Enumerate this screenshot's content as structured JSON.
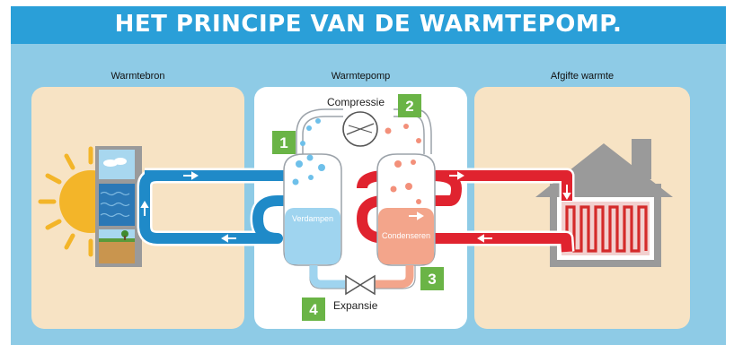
{
  "title": "HET PRINCIPE VAN DE WARMTEPOMP.",
  "columns": {
    "source": "Warmtebron",
    "pump": "Warmtepomp",
    "output": "Afgifte warmte"
  },
  "components": {
    "compressor": "Compressie",
    "evaporator": "Verdampen",
    "condenser": "Condenseren",
    "expansion": "Expansie"
  },
  "steps": [
    "1",
    "2",
    "3",
    "4"
  ],
  "colors": {
    "cold": "#1f8ac8",
    "hot": "#e0232f",
    "step_green": "#6ab446",
    "banner": "#2a9fd8",
    "panel": "#f7e3c4"
  }
}
